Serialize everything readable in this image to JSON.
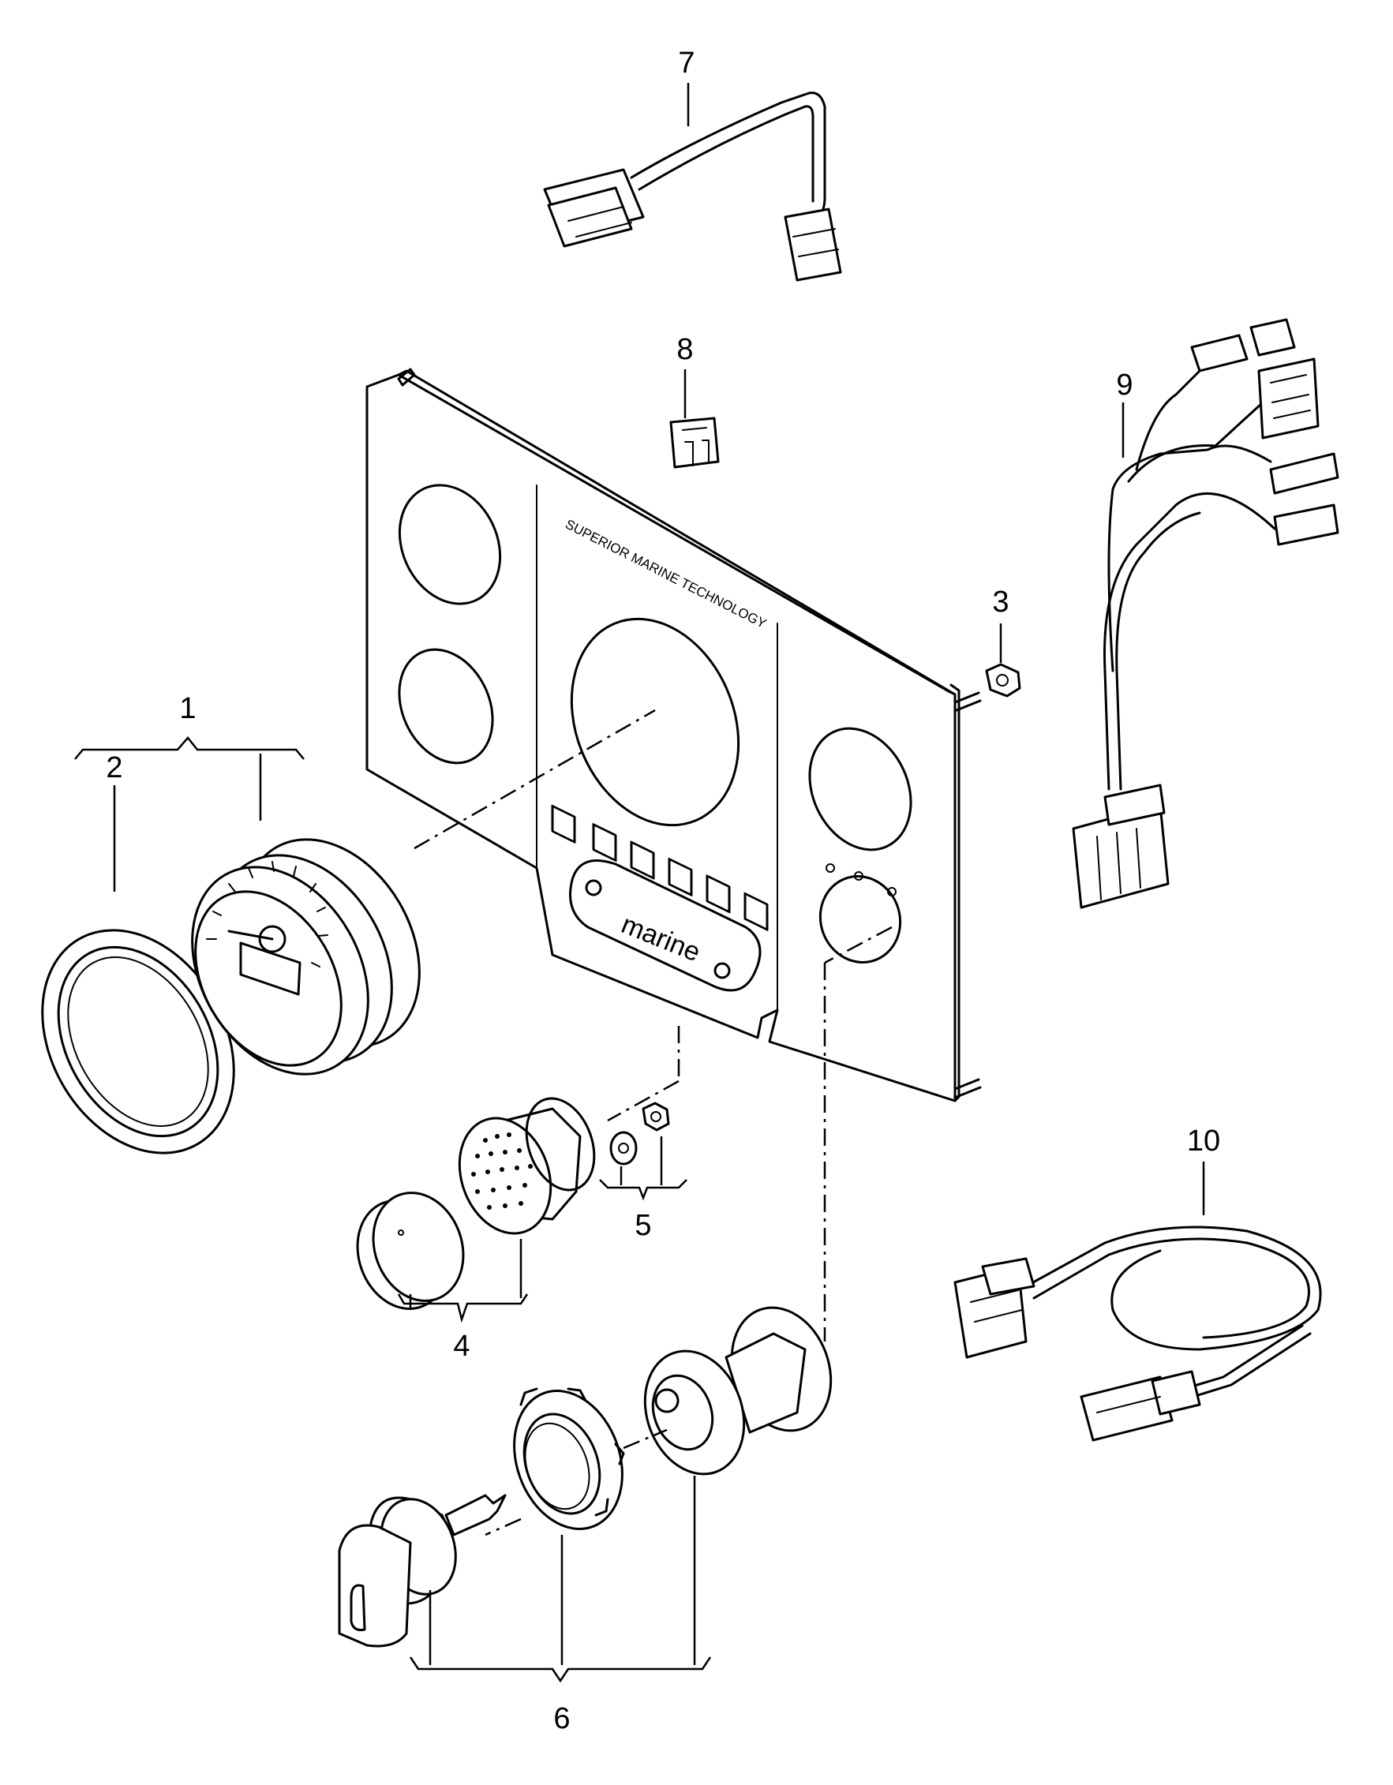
{
  "panel": {
    "brand_text": "SUPERIOR MARINE TECHNOLOGY",
    "logo_text": "marine"
  },
  "callouts": [
    "1",
    "2",
    "3",
    "4",
    "5",
    "6",
    "7",
    "8",
    "9",
    "10"
  ]
}
